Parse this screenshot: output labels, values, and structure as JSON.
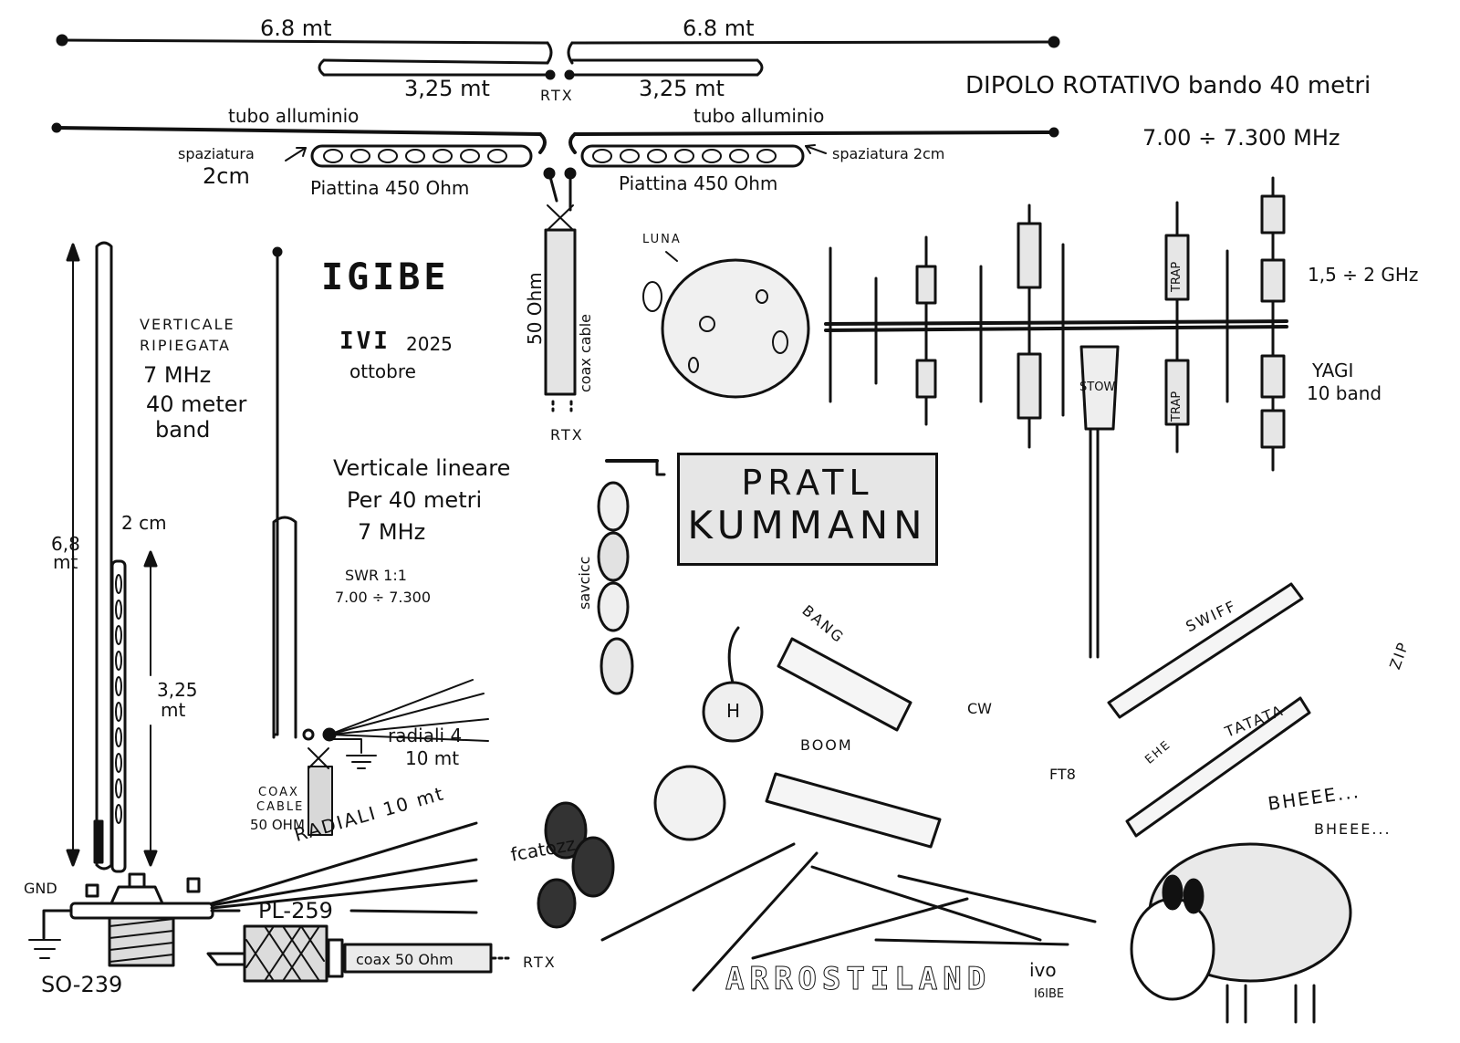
{
  "dipole": {
    "title": "DIPOLO ROTATIVO bando 40 metri",
    "frequency": "7.00 ÷ 7.300 MHz",
    "wire_left_length": "6.8 mt",
    "wire_right_length": "6.8 mt",
    "fold_left_length": "3,25 mt",
    "fold_right_length": "3,25 mt",
    "feed_label": "RTX",
    "tube_left": "tubo alluminio",
    "tube_right": "tubo alluminio",
    "spacing_left": "spaziatura",
    "spacing_left_value": "2cm",
    "spacing_right": "spaziatura 2cm",
    "ladder_left": "Piattina 450 Ohm",
    "ladder_right": "Piattina 450 Ohm",
    "coax_impedance": "50 Ohm",
    "coax_label": "coax cable",
    "coax_end": "RTX"
  },
  "callsign": {
    "glyphs": "IGIBE",
    "sub_glyphs": "IVI",
    "year": "2025",
    "month": "ottobre"
  },
  "folded_vertical": {
    "title_line1": "VERTICALE",
    "title_line2": "RIPIEGATA",
    "freq": "7 MHz",
    "band_line1": "40 meter",
    "band_line2": "band",
    "total_height": "6,8",
    "total_unit": "mt",
    "spacing": "2 cm",
    "short_height": "3,25",
    "short_unit": "mt",
    "gnd": "GND",
    "connector_female": "SO-239",
    "connector_male": "PL-259",
    "radials": "RADIALI 10 mt",
    "coax": "coax 50 Ohm",
    "coax_end": "RTX"
  },
  "linear_vertical": {
    "title": "Verticale lineare",
    "subtitle": "Per 40 metri",
    "freq": "7 MHz",
    "swr": "SWR 1:1",
    "range": "7.00 ÷ 7.300",
    "radials_line1": "radiali 4",
    "radials_line2": "10 mt",
    "coax_line1": "COAX",
    "coax_line2": "CABLE",
    "coax_line3": "50 OHM"
  },
  "yagi": {
    "moon_label": "LUNA",
    "freq": "1,5 ÷ 2 GHz",
    "name_line1": "YAGI",
    "name_line2": "10 band",
    "trap_label": "TRAP",
    "stow_label": "STOW"
  },
  "cartoon": {
    "sign_line1": "PRATL",
    "sign_line2": "KUMMANN",
    "sausages": "savcicc",
    "liver_sausages": "fcatozz",
    "bang": "BANG",
    "boom": "BOOM",
    "swiff": "SWIFF",
    "tatata": "TATATA",
    "zip": "ZIP",
    "ehe": "EHE",
    "helmet1": "CW",
    "helmet2": "FT8",
    "bomb_letter": "H",
    "sheep1": "BHEEE...",
    "sheep2": "BHEEE...",
    "skewers": "ARROSTILAND",
    "signature": "ivo",
    "signature_call": "I6IBE"
  }
}
